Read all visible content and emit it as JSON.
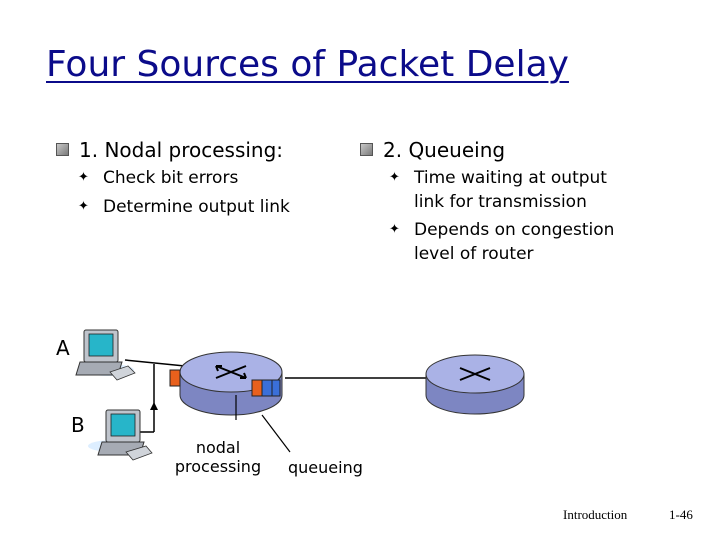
{
  "slide": {
    "title": "Four Sources of Packet Delay"
  },
  "left_section": {
    "heading": "1. Nodal processing:",
    "items": [
      "Check bit errors",
      "Determine output link"
    ]
  },
  "right_section": {
    "heading": "2. Queueing",
    "items": [
      {
        "line1": "Time waiting at output",
        "line2": "link for transmission"
      },
      {
        "line1": "Depends on congestion",
        "line2": "level of router"
      }
    ]
  },
  "diagram": {
    "host_a_label": "A",
    "host_b_label": "B",
    "nodal_processing_line1": "nodal",
    "nodal_processing_line2": "processing",
    "queueing_label": "queueing"
  },
  "footer": {
    "section": "Introduction",
    "page": "1-46"
  },
  "colors": {
    "title": "#0b0b8a",
    "router_body": "#aab2e6",
    "packet_orange": "#e8601c",
    "packet_blue": "#3a6fd8"
  }
}
